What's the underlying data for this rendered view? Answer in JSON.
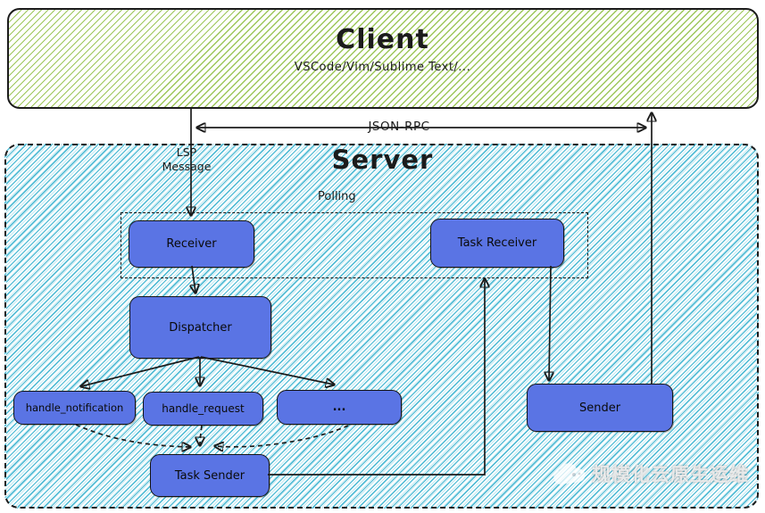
{
  "client": {
    "title": "Client",
    "subtitle": "VSCode/Vim/Sublime Text/..."
  },
  "transport": {
    "json_rpc_label": "JSON-RPC",
    "lsp_message_line1": "LSP",
    "lsp_message_line2": "Message"
  },
  "server": {
    "title": "Server",
    "polling_label": "Polling",
    "nodes": {
      "receiver": "Receiver",
      "task_receiver": "Task Receiver",
      "dispatcher": "Dispatcher",
      "handle_notification": "handle_notification",
      "handle_request": "handle_request",
      "more": "...",
      "task_sender": "Task Sender",
      "sender": "Sender"
    }
  },
  "watermark": {
    "text": "规模化云原生运维"
  },
  "colors": {
    "node_fill": "#5a74e4",
    "stroke": "#1b1b1b",
    "client_hatch": "#9dc75b",
    "server_hatch": "#48b8d3"
  }
}
